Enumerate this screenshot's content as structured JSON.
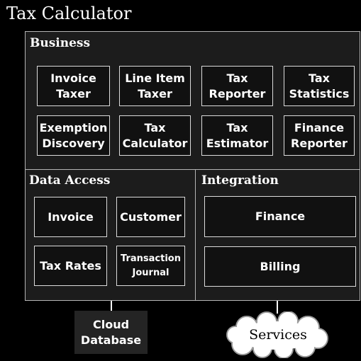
{
  "title": "Tax Calculator",
  "business": {
    "title": "Business",
    "components": [
      "Invoice\nTaxer",
      "Line Item\nTaxer",
      "Tax\nReporter",
      "Tax\nStatistics",
      "Exemption\nDiscovery",
      "Tax\nCalculator",
      "Tax\nEstimator",
      "Finance\nReporter"
    ]
  },
  "data_access": {
    "title": "Data Access",
    "components": [
      "Invoice",
      "Customer",
      "Tax Rates",
      "Transaction\nJournal"
    ]
  },
  "integration": {
    "title": "Integration",
    "components": [
      "Finance",
      "Billing"
    ]
  },
  "external": {
    "database": "Cloud\nDatabase",
    "services": "Services"
  }
}
